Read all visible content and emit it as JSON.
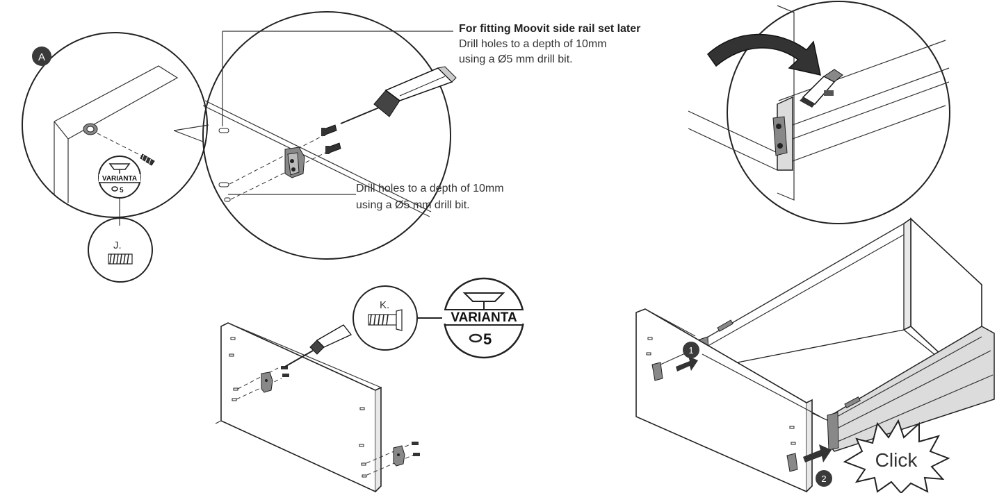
{
  "callouts": {
    "marker_a": "A",
    "top_heading": "For fitting Moovit side rail set later",
    "top_line1": "Drill holes to a depth of 10mm",
    "top_line2": "using a Ø5 mm drill bit.",
    "mid_line1": "Drill holes to a depth of 10mm",
    "mid_line2": "using a Ø5 mm drill bit."
  },
  "parts": {
    "j_label": "J.",
    "k_label": "K.",
    "brand_small": "VARIANTA",
    "brand_small_size": "5",
    "brand_large": "VARIANTA",
    "brand_large_size": "5"
  },
  "steps": {
    "step1": "1",
    "step2": "2",
    "click": "Click"
  },
  "colors": {
    "ink": "#222222",
    "fill_dark": "#333333",
    "badge": "#3a3a3a"
  }
}
